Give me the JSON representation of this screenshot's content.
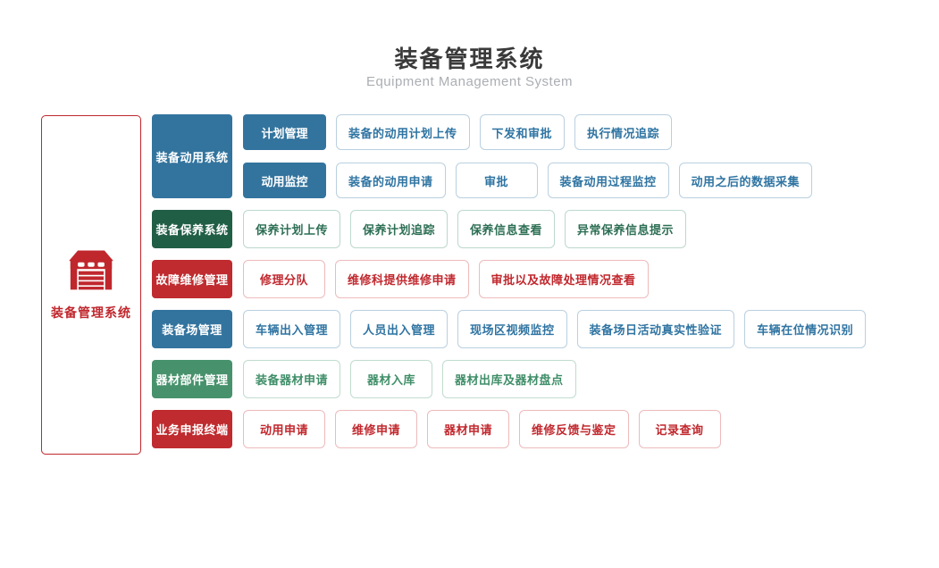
{
  "header": {
    "title": "装备管理系统",
    "subtitle": "Equipment Management System"
  },
  "root": {
    "label": "装备管理系统",
    "icon": "garage-icon",
    "color": "#c0272d"
  },
  "colors": {
    "blue": "#33749e",
    "dark_green": "#215e46",
    "red": "#bf2b2f",
    "green": "#47926c",
    "root_red": "#c0272d"
  },
  "groups": [
    {
      "id": "equipment-mobilization-system",
      "label": "装备动用系统",
      "theme": "blue",
      "rows": [
        {
          "sub_id": "plan-management",
          "sub": "计划管理",
          "items": [
            "装备的动用计划上传",
            "下发和审批",
            "执行情况追踪"
          ]
        },
        {
          "sub_id": "mobilization-monitoring",
          "sub": "动用监控",
          "items": [
            "装备的动用申请",
            "审批",
            "装备动用过程监控",
            "动用之后的数据采集"
          ]
        }
      ]
    },
    {
      "id": "equipment-maintenance-system",
      "label": "装备保养系统",
      "theme": "darkgreen",
      "rows": [
        {
          "items": [
            "保养计划上传",
            "保养计划追踪",
            "保养信息查看",
            "异常保养信息提示"
          ]
        }
      ]
    },
    {
      "id": "fault-repair-management",
      "label": "故障维修管理",
      "theme": "red",
      "rows": [
        {
          "items": [
            "修理分队",
            "维修科提供维修申请",
            "审批以及故障处理情况查看"
          ]
        }
      ]
    },
    {
      "id": "equipment-yard-management",
      "label": "装备场管理",
      "theme": "blue",
      "rows": [
        {
          "items": [
            "车辆出入管理",
            "人员出入管理",
            "现场区视频监控",
            "装备场日活动真实性验证",
            "车辆在位情况识别"
          ]
        }
      ]
    },
    {
      "id": "materials-parts-management",
      "label": "器材部件管理",
      "theme": "green",
      "rows": [
        {
          "items": [
            "装备器材申请",
            "器材入库",
            "器材出库及器材盘点"
          ]
        }
      ]
    },
    {
      "id": "business-declaration-terminal",
      "label": "业务申报终端",
      "theme": "red",
      "rows": [
        {
          "items": [
            "动用申请",
            "维修申请",
            "器材申请",
            "维修反馈与鉴定",
            "记录查询"
          ]
        }
      ]
    }
  ]
}
